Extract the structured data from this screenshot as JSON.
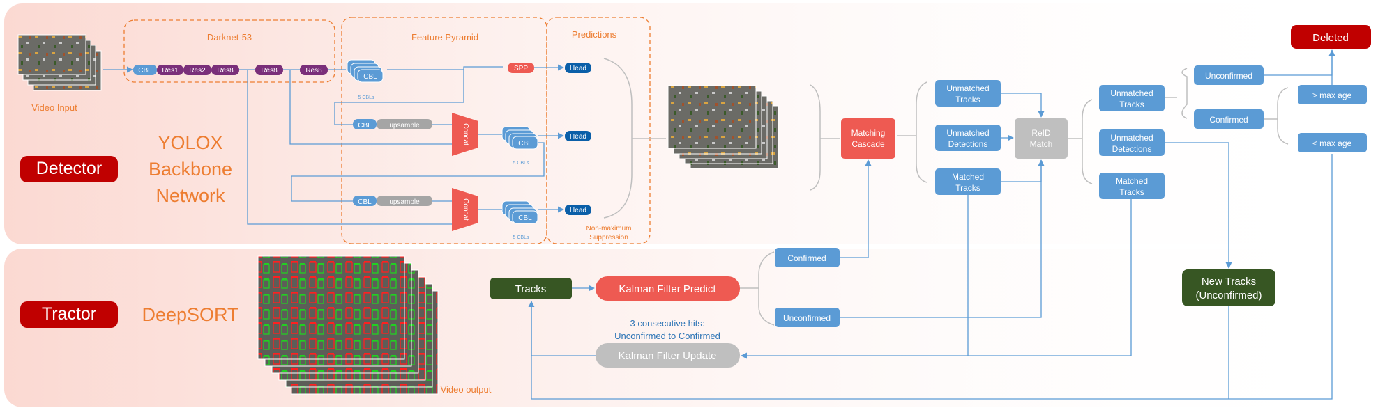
{
  "detector": {
    "label": "Detector",
    "model": [
      "YOLOX",
      "Backbone",
      "Network"
    ],
    "video_input": "Video Input",
    "darknet_title": "Darknet-53",
    "darknet_blocks": [
      "CBL",
      "Res1",
      "Res2",
      "Res8",
      "Res8",
      "Res8"
    ],
    "pyramid_title": "Feature Pyramid",
    "cbl": "CBL",
    "cbl5": "5 CBLs",
    "spp": "SPP",
    "upsample": "upsample",
    "concat": "Concat",
    "predictions_title": "Predictions",
    "head": "Head",
    "nms": [
      "Non-maximum",
      "Suppression"
    ]
  },
  "tractor": {
    "label": "Tractor",
    "model": "DeepSORT",
    "video_output": "Video output",
    "tracks": "Tracks",
    "kf_predict": "Kalman Filter Predict",
    "kf_update": "Kalman Filter Update",
    "hits_note": [
      "3 consecutive hits:",
      "Unconfirmed to Confirmed"
    ],
    "confirmed": "Confirmed",
    "unconfirmed": "Unconfirmed"
  },
  "association": {
    "matching_cascade": [
      "Matching",
      "Cascade"
    ],
    "unmatched_tracks": [
      "Unmatched",
      "Tracks"
    ],
    "unmatched_detections": [
      "Unmatched",
      "Detections"
    ],
    "matched_tracks": [
      "Matched",
      "Tracks"
    ],
    "reid": [
      "ReID",
      "Match"
    ],
    "unmatched_tracks_2": [
      "Unmatched",
      "Tracks"
    ],
    "unmatched_detections_2": [
      "Unmatched",
      "Detections"
    ],
    "matched_tracks_2": [
      "Matched",
      "Tracks"
    ],
    "unconfirmed": "Unconfirmed",
    "confirmed": "Confirmed",
    "gt_max_age": "> max age",
    "lt_max_age": "< max age",
    "deleted": "Deleted",
    "new_tracks": [
      "New Tracks",
      "(Unconfirmed)"
    ]
  },
  "colors": {
    "blue": "#5b9bd5",
    "orange_text": "#ed7d31",
    "red_box": "#ee5a52",
    "dark_red": "#c00000",
    "dark_green": "#375623",
    "gray": "#bfbfbf",
    "purple": "#7a2f7a",
    "navy": "#0b5fa8"
  }
}
